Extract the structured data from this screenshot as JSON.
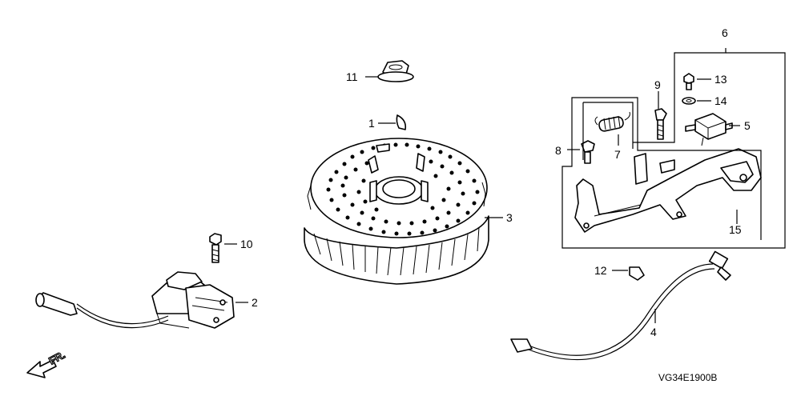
{
  "diagram": {
    "code": "VG34E1900B",
    "orientation_mark": "FR.",
    "callouts": [
      {
        "id": "c1",
        "label": "1"
      },
      {
        "id": "c2",
        "label": "2"
      },
      {
        "id": "c3",
        "label": "3"
      },
      {
        "id": "c4",
        "label": "4"
      },
      {
        "id": "c5",
        "label": "5"
      },
      {
        "id": "c6",
        "label": "6"
      },
      {
        "id": "c7",
        "label": "7"
      },
      {
        "id": "c8",
        "label": "8"
      },
      {
        "id": "c9",
        "label": "9"
      },
      {
        "id": "c10",
        "label": "10"
      },
      {
        "id": "c11",
        "label": "11"
      },
      {
        "id": "c12",
        "label": "12"
      },
      {
        "id": "c13",
        "label": "13"
      },
      {
        "id": "c14",
        "label": "14"
      },
      {
        "id": "c15",
        "label": "15"
      }
    ]
  }
}
